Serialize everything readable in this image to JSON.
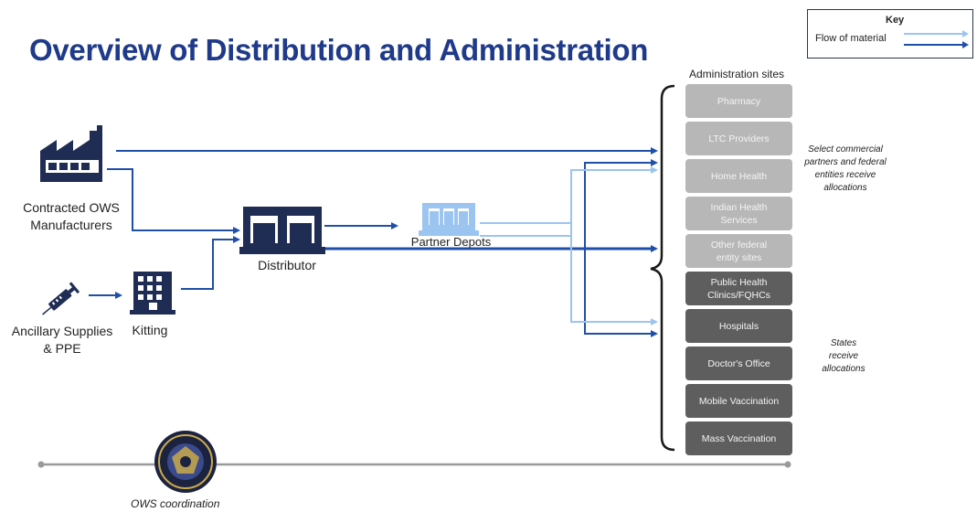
{
  "title": "Overview of Distribution and Administration",
  "key": {
    "heading": "Key",
    "flow_label": "Flow of material",
    "colors": {
      "light": "#9cc4f0",
      "dark": "#1f4fa8"
    }
  },
  "nodes": {
    "manufacturers": {
      "line1": "Contracted OWS",
      "line2": "Manufacturers",
      "icon": "factory-icon"
    },
    "supplies": {
      "line1": "Ancillary Supplies",
      "line2": "& PPE",
      "icon": "syringe-icon"
    },
    "kitting": {
      "label": "Kitting",
      "icon": "building-icon"
    },
    "distributor": {
      "label": "Distributor",
      "icon": "warehouse-icon"
    },
    "depots": {
      "label": "Partner Depots",
      "icon": "depot-icon"
    }
  },
  "administration": {
    "heading": "Administration sites",
    "sites": [
      {
        "line1": "Pharmacy",
        "line2": ""
      },
      {
        "line1": "LTC Providers",
        "line2": ""
      },
      {
        "line1": "Home Health",
        "line2": ""
      },
      {
        "line1": "Indian Health",
        "line2": "Services"
      },
      {
        "line1": "Other federal",
        "line2": "entity sites"
      },
      {
        "line1": "Public Health",
        "line2": "Clinics/FQHCs"
      },
      {
        "line1": "Hospitals",
        "line2": ""
      },
      {
        "line1": "Doctor's Office",
        "line2": ""
      },
      {
        "line1": "Mobile Vaccination",
        "line2": ""
      },
      {
        "line1": "Mass Vaccination",
        "line2": ""
      }
    ],
    "note_commercial": [
      "Select commercial",
      "partners and federal",
      "entities receive",
      "allocations"
    ],
    "note_states": [
      "States",
      "receive",
      "allocations"
    ]
  },
  "coordination": {
    "label": "OWS coordination",
    "icon": "operation-warp-speed-seal-icon"
  },
  "colors": {
    "title": "#1f3a8a",
    "site_light": "#b7b7b7",
    "site_dark": "#5e5e5e",
    "timeline": "#9a9a9a"
  }
}
